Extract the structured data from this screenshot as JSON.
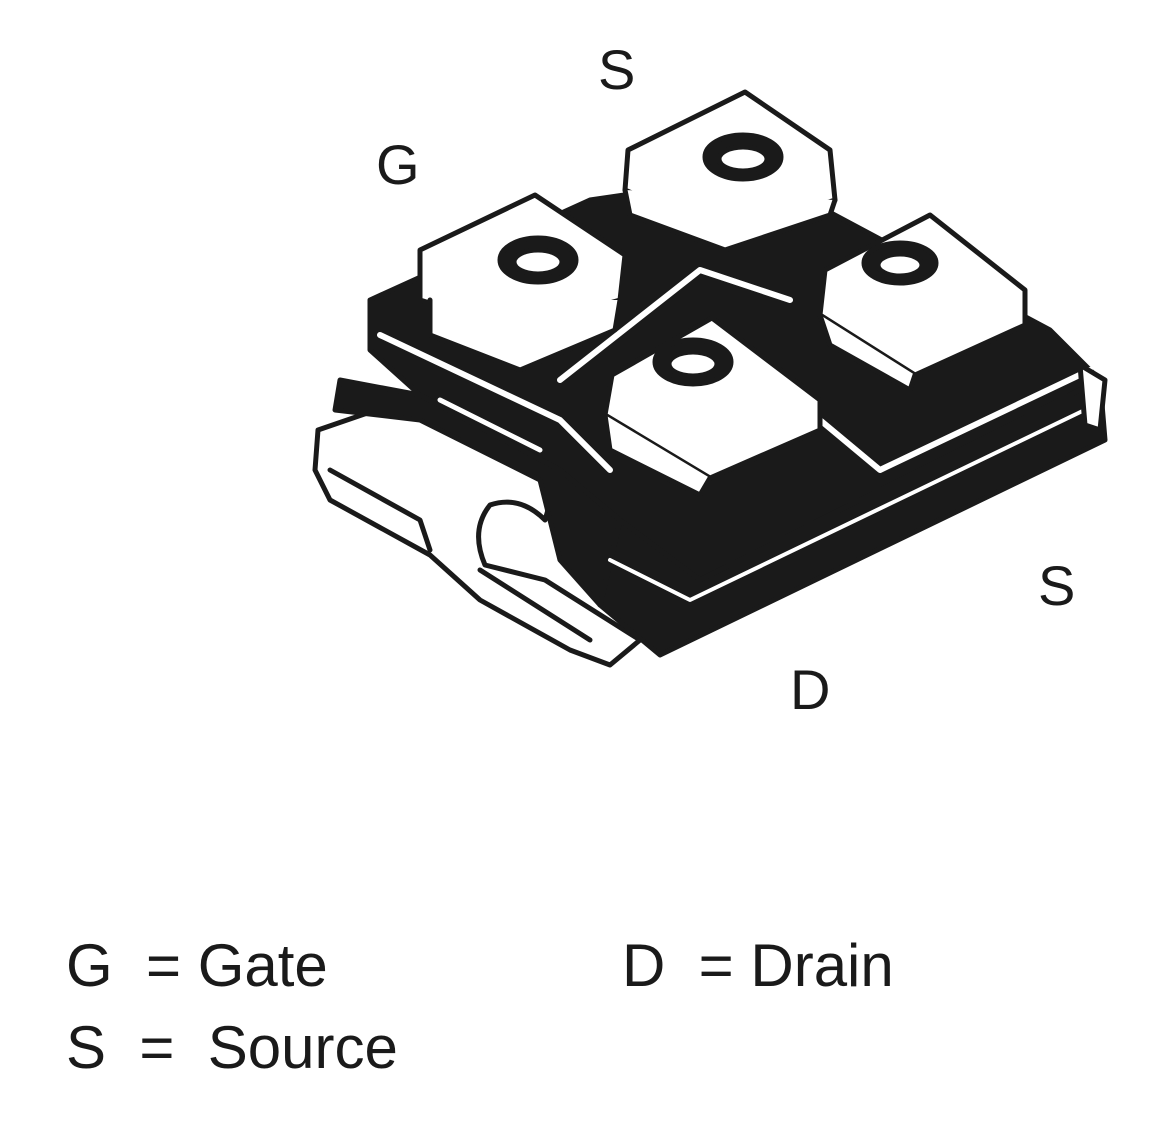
{
  "pins": {
    "source_top": "S",
    "gate": "G",
    "source_right": "S",
    "drain": "D"
  },
  "legend": {
    "gate": "G  = Gate",
    "drain": "D  = Drain",
    "source": "S  =  Source"
  },
  "colors": {
    "ink": "#1a1a1a",
    "paper": "#ffffff"
  }
}
